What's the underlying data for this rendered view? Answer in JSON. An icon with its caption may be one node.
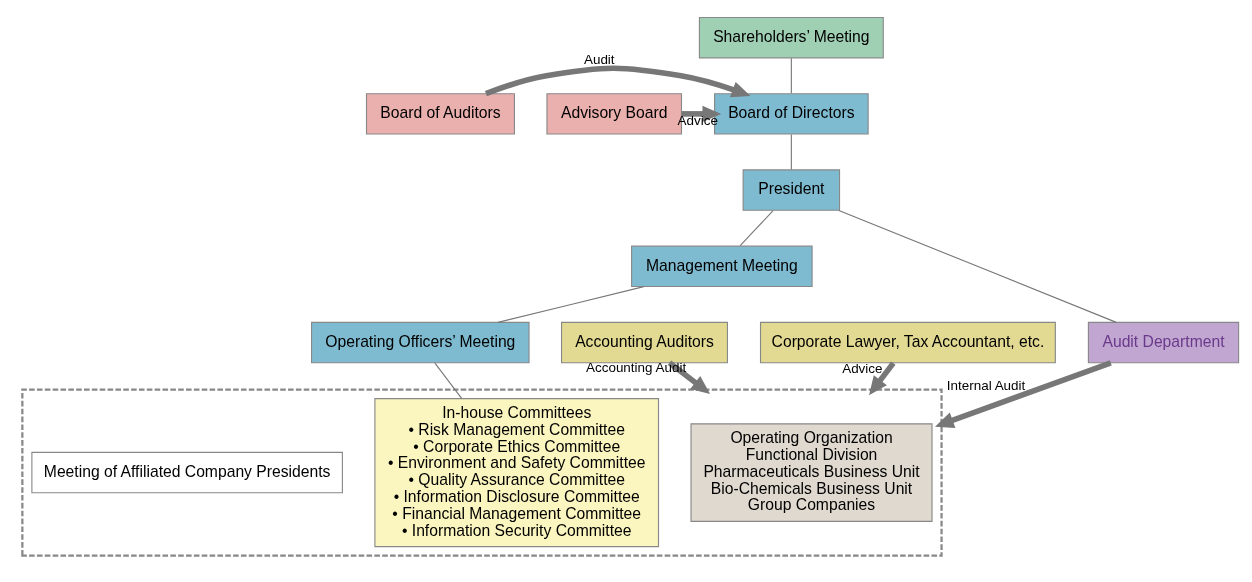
{
  "diagram": {
    "nodes": [
      {
        "text": [
          "Shareholders’ Meeting"
        ]
      },
      {
        "text": [
          "Board of Auditors"
        ]
      },
      {
        "text": [
          "Board of Directors"
        ]
      },
      {
        "text": [
          "Advisory Board"
        ]
      },
      {
        "text": [
          "President"
        ]
      },
      {
        "text": [
          "Audit Department"
        ]
      },
      {
        "text": [
          "Management Meeting"
        ]
      },
      {
        "text": [
          "Operating Officers’ Meeting"
        ]
      },
      {
        "text": [
          "Accounting Auditors"
        ]
      },
      {
        "text": [
          "Corporate Lawyer, Tax Accountant, etc."
        ]
      },
      {
        "text": [],
        "shape": "box"
      },
      {
        "text": [
          "Operating Organization",
          "Functional Division",
          "Pharmaceuticals Business Unit",
          "Bio-Chemicals Business Unit",
          "Group Companies"
        ],
        "in": 10
      },
      {
        "text": [
          "In-house Committees",
          "• Risk Management Committee",
          "• Corporate Ethics Committee",
          "• Environment and Safety Committee",
          "• Quality Assurance Committee",
          "• Information Disclosure Committee",
          "• Financial Management Committee",
          "• Information Security Committee"
        ],
        "in": 10
      },
      {
        "text": [
          "Meeting of Affiliated Company Presidents"
        ],
        "in": 10
      }
    ],
    "edges": [
      {
        "from": 0,
        "to": 2,
        "arrow": "none"
      },
      {
        "from": 1,
        "to": 2,
        "arrow": "to",
        "label": "Audit",
        "style": "thick"
      },
      {
        "from": 3,
        "to": 2,
        "arrow": "to",
        "label": "Advice",
        "style": "thick"
      },
      {
        "from": 2,
        "to": 4,
        "arrow": "none"
      },
      {
        "from": 4,
        "to": 5,
        "arrow": "none"
      },
      {
        "from": 4,
        "to": 6,
        "arrow": "none"
      },
      {
        "from": 6,
        "to": 7,
        "arrow": "none"
      },
      {
        "from": 7,
        "to": 12,
        "arrow": "none"
      },
      {
        "from": 5,
        "to": 10,
        "arrow": "to",
        "label": "Internal Audit",
        "style": "thick"
      },
      {
        "from": 8,
        "to": 10,
        "arrow": "to",
        "label": "Accounting Audit",
        "style": "thick"
      },
      {
        "from": 9,
        "to": 10,
        "arrow": "to",
        "label": "Advice",
        "style": "thick"
      }
    ]
  }
}
